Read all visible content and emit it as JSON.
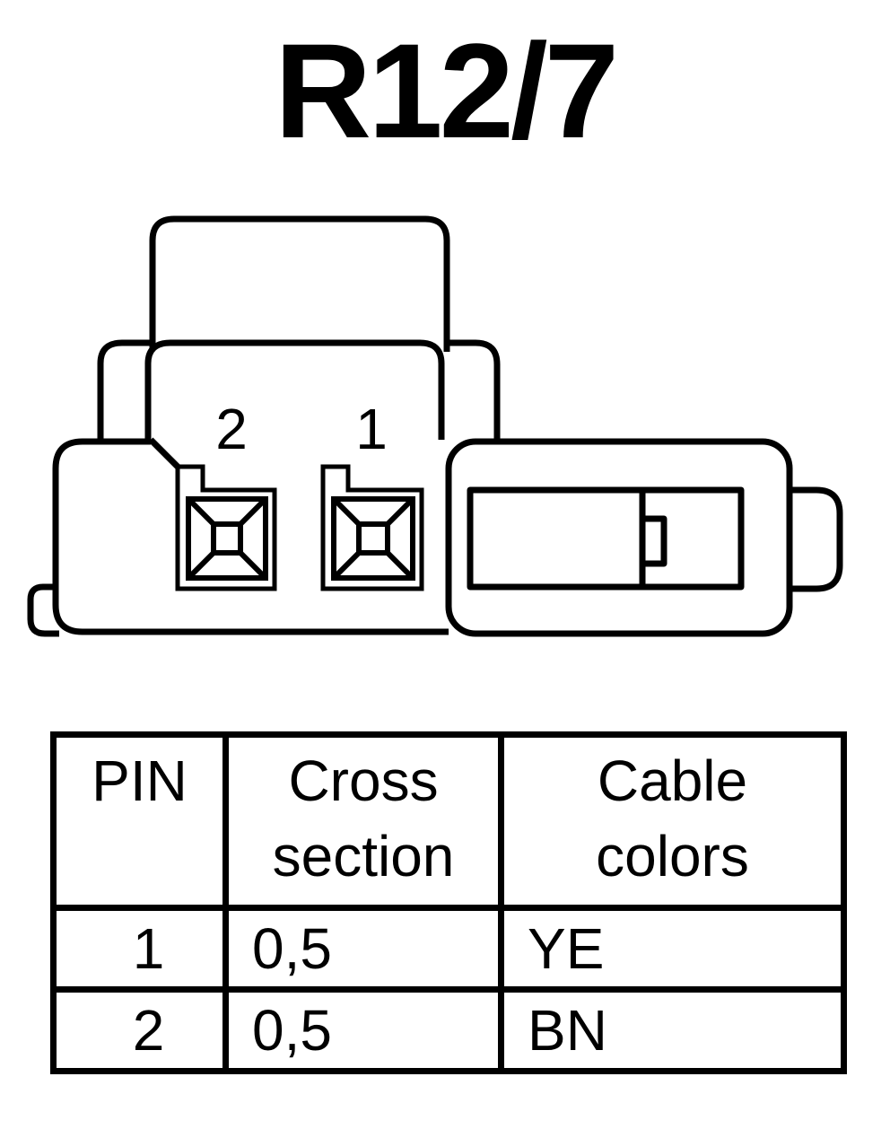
{
  "title": "R12/7",
  "connector": {
    "pin_labels": [
      "2",
      "1"
    ]
  },
  "table": {
    "headers": [
      [
        "PIN"
      ],
      [
        "Cross",
        "section"
      ],
      [
        "Cable",
        "colors"
      ]
    ],
    "rows": [
      {
        "pin": "1",
        "cross_section": "0,5",
        "cable_color": "YE"
      },
      {
        "pin": "2",
        "cross_section": "0,5",
        "cable_color": "BN"
      }
    ]
  },
  "colors": {
    "line": "#000000",
    "background": "#ffffff"
  }
}
